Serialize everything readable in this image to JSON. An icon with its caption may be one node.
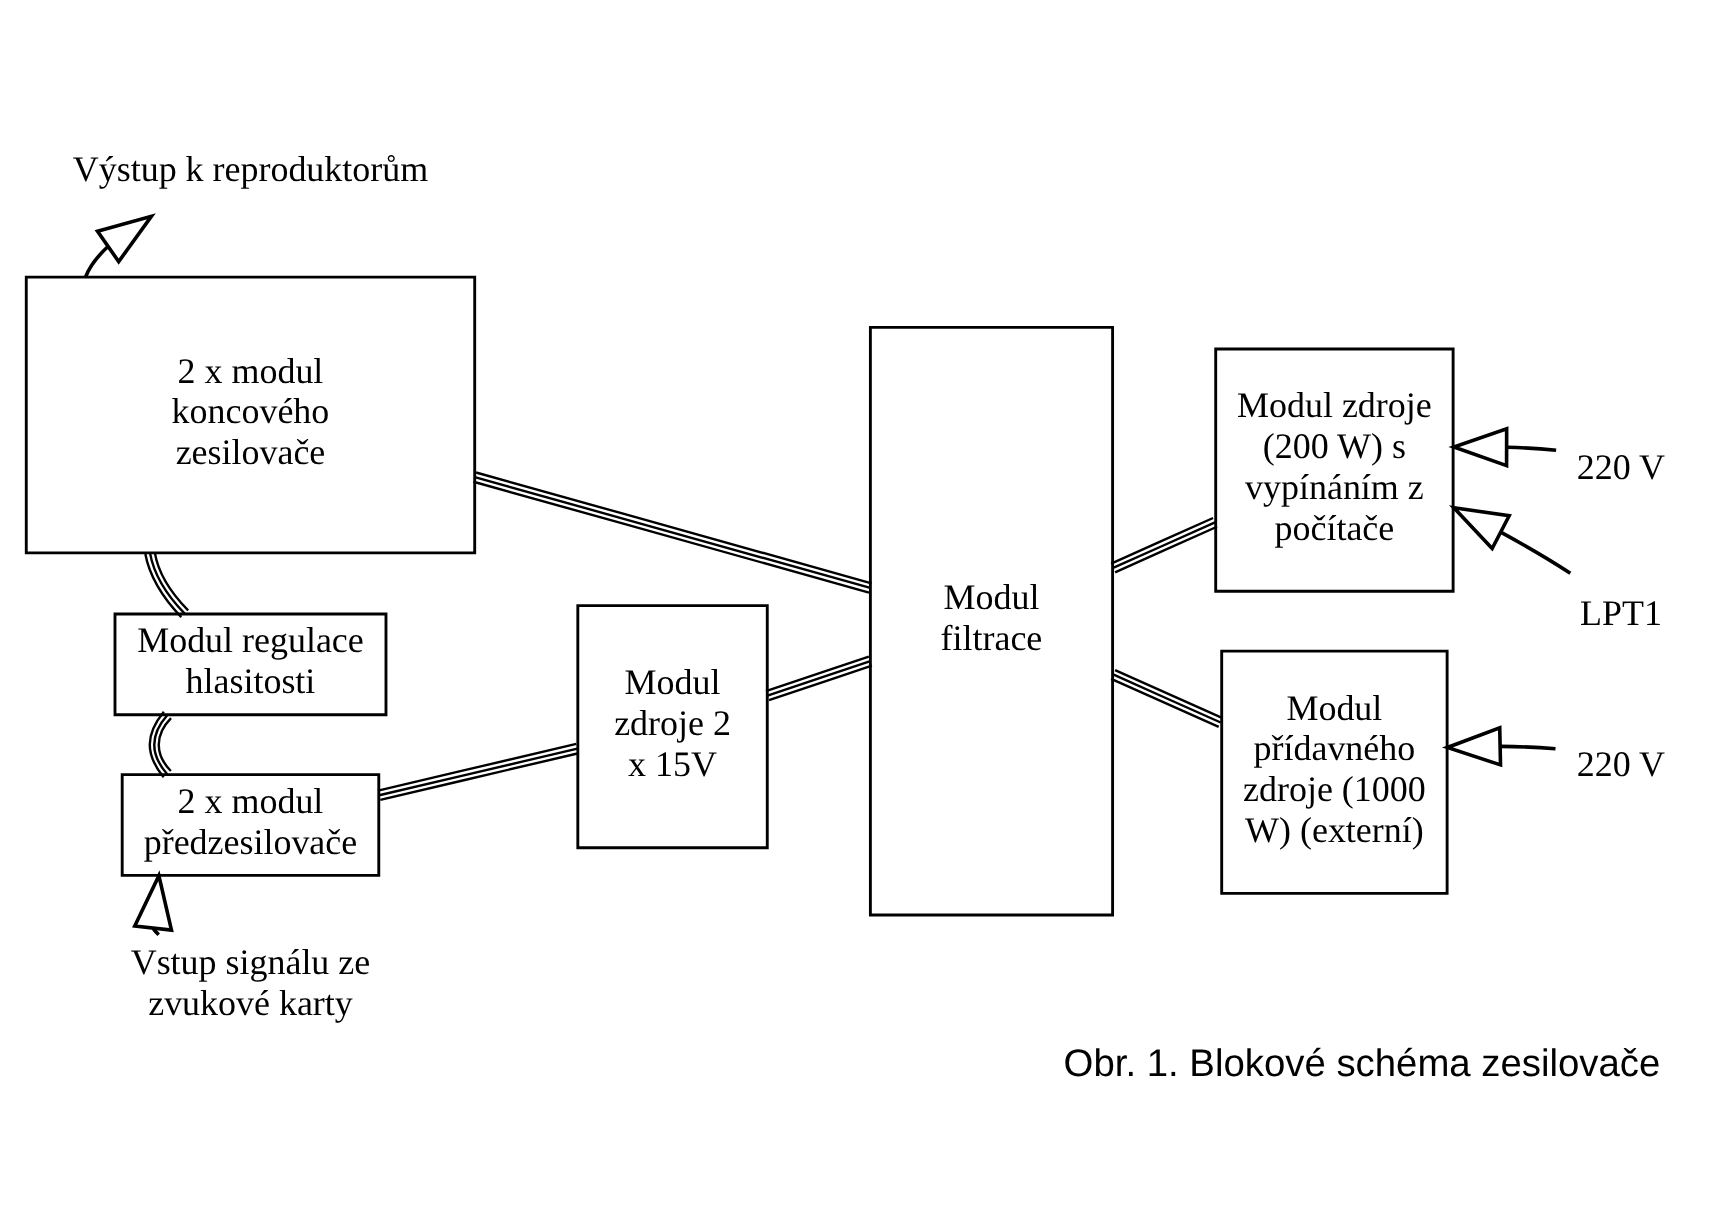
{
  "diagram": {
    "caption": "Obr. 1. Blokové schéma zesilovače",
    "nodes": [
      {
        "text": [
          "2 x modul koncového zesilovače"
        ]
      },
      {
        "text": [
          "Modul filtrace"
        ]
      },
      {
        "text": [
          "Modul zdroje (200 W) s vypínáním z počítače"
        ]
      },
      {
        "text": [
          "Modul regulace hlasitosti"
        ]
      },
      {
        "text": [
          "Modul zdroje 2 x 15V"
        ]
      },
      {
        "text": [
          "Modul přídavného zdroje (1000 W) (externí)"
        ]
      },
      {
        "text": [
          "2 x modul předzesilovače"
        ]
      },
      {
        "text": [
          "Výstup k reproduktorům"
        ]
      },
      {
        "text": [
          "220 V"
        ]
      },
      {
        "text": [
          "LPT1"
        ]
      },
      {
        "text": [
          "220 V"
        ]
      },
      {
        "text": [
          "Vstup signálu ze zvukové karty"
        ]
      }
    ],
    "edges": [
      {
        "from": 0,
        "to": 7,
        "arrow": "to"
      },
      {
        "from": 0,
        "to": 1,
        "arrow": "none"
      },
      {
        "from": 1,
        "to": 2,
        "arrow": "none"
      },
      {
        "from": 8,
        "to": 2,
        "arrow": "to"
      },
      {
        "from": 9,
        "to": 2,
        "arrow": "to"
      },
      {
        "from": 0,
        "to": 3,
        "arrow": "none"
      },
      {
        "from": 3,
        "to": 6,
        "arrow": "none"
      },
      {
        "from": 4,
        "to": 1,
        "arrow": "none"
      },
      {
        "from": 1,
        "to": 5,
        "arrow": "none"
      },
      {
        "from": 10,
        "to": 5,
        "arrow": "to"
      },
      {
        "from": 6,
        "to": 4,
        "arrow": "none"
      },
      {
        "from": 11,
        "to": 6,
        "arrow": "to"
      }
    ]
  }
}
